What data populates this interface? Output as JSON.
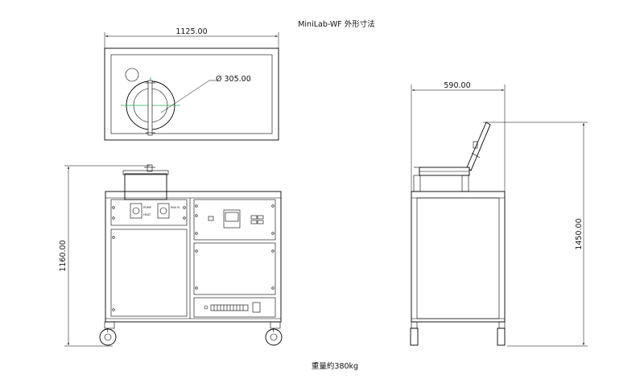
{
  "title": "MiniLab-WF 外形寸法",
  "dimensions": {
    "top_width": "1125.00",
    "top_diameter": "Ø 305.00",
    "front_height": "1160.00",
    "side_depth": "590.00",
    "side_height": "1450.00"
  },
  "panel_labels": {
    "pump": "PUMP",
    "pump_sub": "HEAT",
    "env": "ENV B.",
    "env_sub": ""
  },
  "weight": "重量約380kg"
}
